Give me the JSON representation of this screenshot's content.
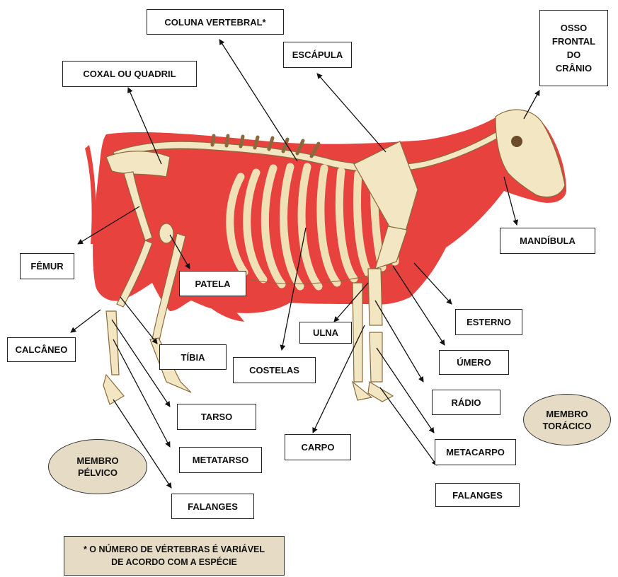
{
  "labels": {
    "coluna_vertebral": "COLUNA VERTEBRAL*",
    "osso_frontal": [
      "OSSO",
      "FRONTAL",
      "DO",
      "CRÂNIO"
    ],
    "escapula": "ESCÁPULA",
    "coxal": "COXAL OU QUADRIL",
    "mandibula": "MANDÍBULA",
    "femur": "FÊMUR",
    "patela": "PATELA",
    "esterno": "ESTERNO",
    "ulna": "ULNA",
    "calcaneo": "CALCÂNEO",
    "tibia": "TÍBIA",
    "umero": "ÚMERO",
    "costelas": "COSTELAS",
    "radio": "RÁDIO",
    "tarso": "TARSO",
    "carpo": "CARPO",
    "metacarpo": "METACARPO",
    "metatarso": "METATARSO",
    "falanges_pelvico": "FALANGES",
    "falanges_toracico": "FALANGES"
  },
  "ovals": {
    "membro_toracico": [
      "MEMBRO",
      "TORÁCICO"
    ],
    "membro_pelvico": [
      "MEMBRO",
      "PÉLVICO"
    ]
  },
  "footnote": [
    "* O NÚMERO DE VÉRTEBRAS É VARIÁVEL",
    "DE ACORDO COM A ESPÉCIE"
  ],
  "colors": {
    "body": "#e8423f",
    "bone": "#f3e6c2",
    "note_fill": "#e6dcc6"
  }
}
